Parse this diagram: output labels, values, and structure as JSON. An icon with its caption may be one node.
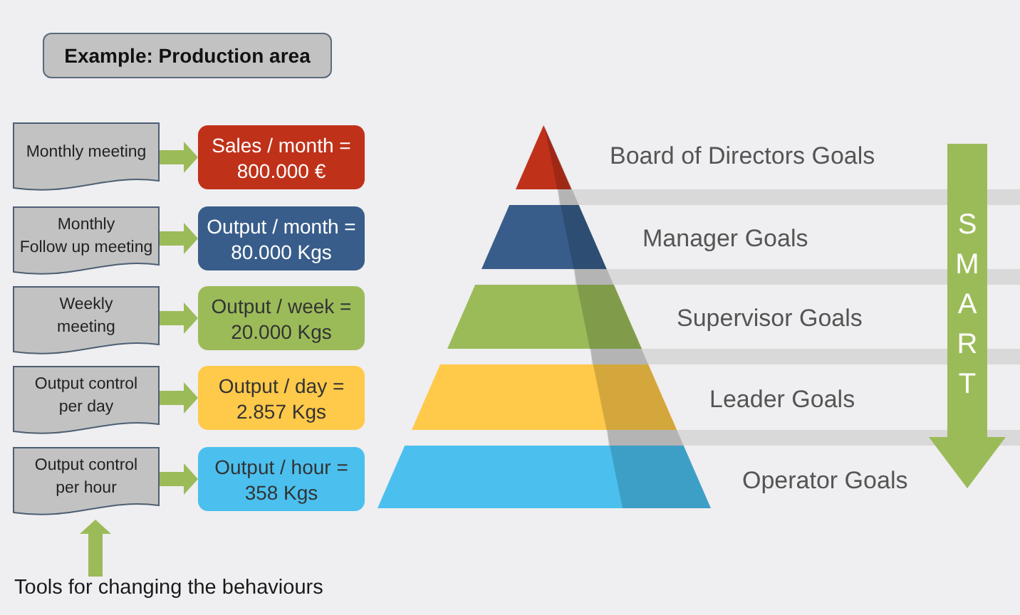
{
  "diagram": {
    "nodes": [
      {
        "text": [
          "Example: Production area"
        ]
      },
      {
        "text": [
          "Monthly meeting"
        ]
      },
      {
        "text": [
          "Monthly Follow up meeting"
        ]
      },
      {
        "text": [
          "Weekly meeting"
        ]
      },
      {
        "text": [
          "Output control per day"
        ]
      },
      {
        "text": [
          "Output control per hour"
        ]
      },
      {
        "text": [
          "Sales / month = 800.000 €"
        ]
      },
      {
        "text": [
          "Output / month = 80.000 Kgs"
        ]
      },
      {
        "text": [
          "Output / week = 20.000 Kgs"
        ]
      },
      {
        "text": [
          "Output / day = 2.857 Kgs"
        ]
      },
      {
        "text": [
          "Output / hour = 358 Kgs"
        ]
      },
      {
        "text": [],
        "shape": "triangle",
        "beside": [
          "Board of Directors Goals"
        ]
      },
      {
        "text": [],
        "shape": "trapezoid",
        "beside": [
          "Manager Goals"
        ]
      },
      {
        "text": [],
        "shape": "trapezoid",
        "beside": [
          "Supervisor Goals"
        ]
      },
      {
        "text": [],
        "shape": "trapezoid",
        "beside": [
          "Leader Goals"
        ]
      },
      {
        "text": [],
        "shape": "trapezoid",
        "beside": [
          "Operator Goals"
        ]
      },
      {
        "text": [
          "SMART"
        ]
      },
      {
        "text": [
          "Tools for changing the behaviours"
        ]
      }
    ],
    "edges": [
      {
        "from": 1,
        "to": 6,
        "arrow": "to"
      },
      {
        "from": 2,
        "to": 7,
        "arrow": "to"
      },
      {
        "from": 3,
        "to": 8,
        "arrow": "to"
      },
      {
        "from": 4,
        "to": 9,
        "arrow": "to"
      },
      {
        "from": 5,
        "to": 10,
        "arrow": "to"
      },
      {
        "from": 17,
        "to": 5,
        "arrow": "to"
      }
    ]
  }
}
